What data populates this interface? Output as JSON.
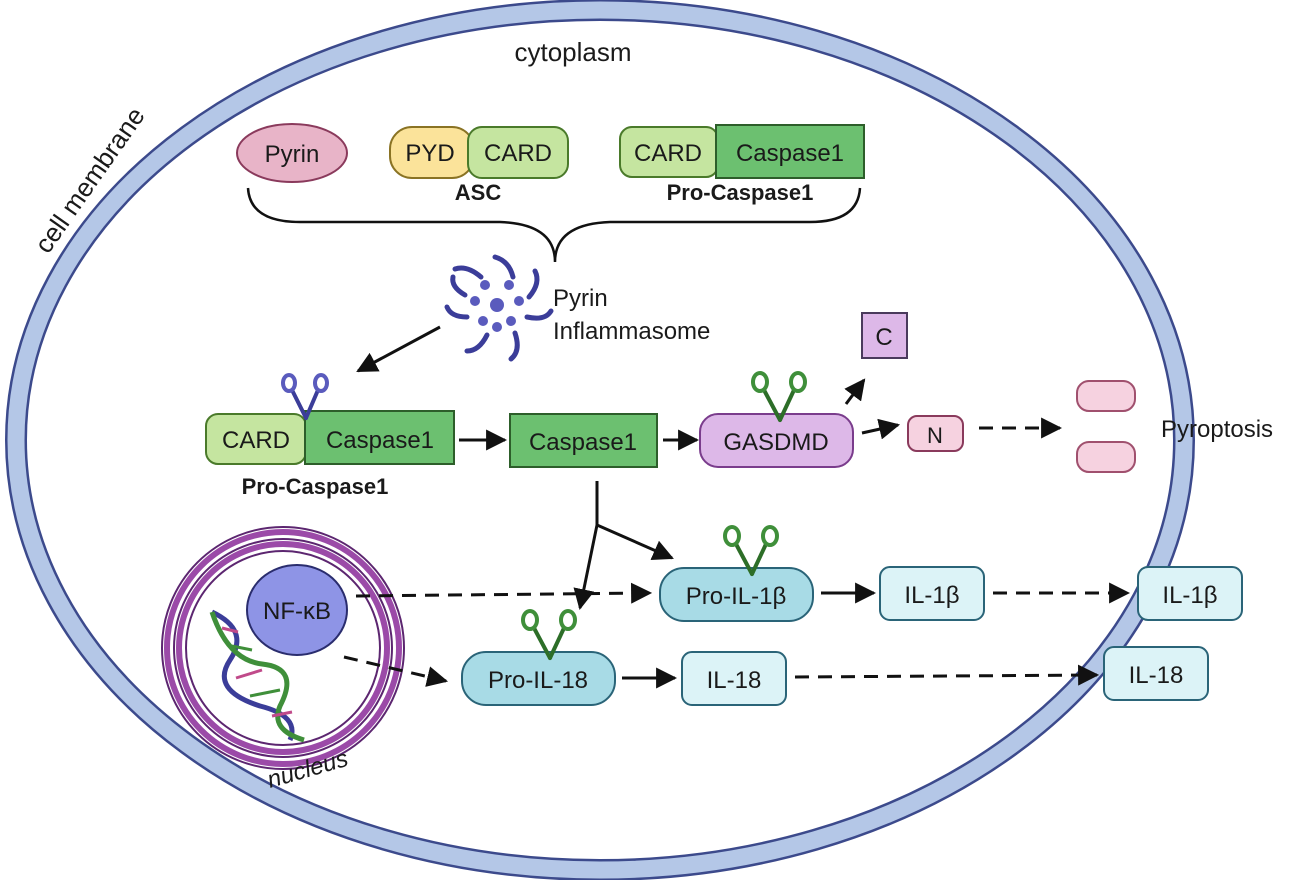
{
  "labels": {
    "cytoplasm": "cytoplasm",
    "cell_membrane": "cell membrane",
    "nucleus": "nucleus",
    "pyroptosis": "Pyroptosis",
    "inflammasome_line1": "Pyrin",
    "inflammasome_line2": "Inflammasome"
  },
  "components": {
    "pyrin": "Pyrin",
    "asc": {
      "pyd": "PYD",
      "card": "CARD",
      "name": "ASC"
    },
    "pro_caspase1_top": {
      "card": "CARD",
      "caspase": "Caspase1",
      "name": "Pro-Caspase1"
    }
  },
  "pathway": {
    "pro_caspase1": {
      "card": "CARD",
      "caspase": "Caspase1",
      "name": "Pro-Caspase1"
    },
    "caspase1": "Caspase1",
    "gasdmd": "GASDMD",
    "c_fragment": "C",
    "n_fragment": "N",
    "nfkb": "NF-κB",
    "pro_il1b": "Pro-IL-1β",
    "il1b_inner": "IL-1β",
    "il1b_outer": "IL-1β",
    "pro_il18": "Pro-IL-18",
    "il18_inner": "IL-18",
    "il18_outer": "IL-18"
  },
  "colors": {
    "membrane": "#b4c7e7",
    "membrane_stroke": "#3c4a8c",
    "pyrin_fill": "#e8b4c8",
    "pyd_fill": "#fbe39a",
    "card_fill": "#c5e5a0",
    "caspase_fill": "#6cc070",
    "gasdmd_fill": "#ddb8e8",
    "nfkb_fill": "#8e94e6",
    "pro_il_fill": "#a8dbe6",
    "il_fill": "#dcf3f7",
    "nucleus_ring": "#9b4aa8",
    "scissors": "#3f8f3a",
    "inflammasome": "#5a5bbd",
    "pore": "#f6d2e0"
  }
}
